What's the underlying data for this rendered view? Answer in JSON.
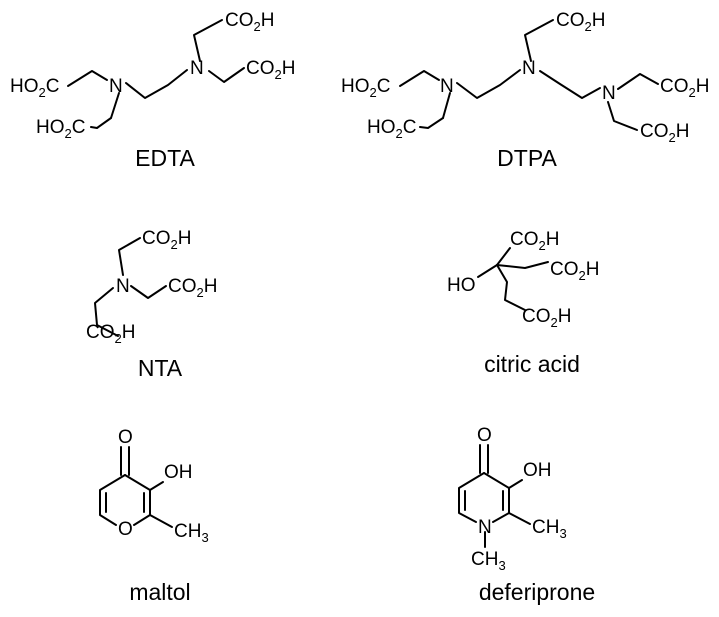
{
  "molecules": [
    {
      "name": "EDTA"
    },
    {
      "name": "DTPA"
    },
    {
      "name": "NTA"
    },
    {
      "name": "citric acid"
    },
    {
      "name": "maltol"
    },
    {
      "name": "deferiprone"
    }
  ],
  "atoms": {
    "N": "N",
    "O": "O",
    "C": "C",
    "H": "H",
    "OH": "OH",
    "HO": "HO",
    "sub2": "2",
    "sub3": "3"
  }
}
